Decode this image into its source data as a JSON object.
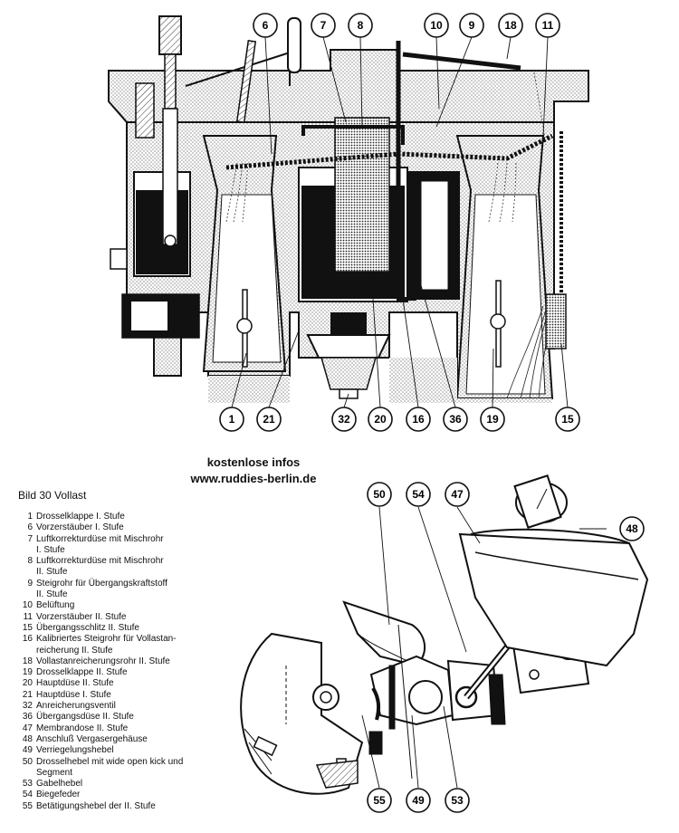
{
  "watermark": {
    "line1": "kostenlose infos",
    "line2": "www.ruddies-berlin.de"
  },
  "caption": "Bild 30 Vollast",
  "top_callouts": {
    "top": [
      "6",
      "7",
      "8",
      "10",
      "9",
      "18",
      "11"
    ],
    "bottom": [
      "1",
      "21",
      "32",
      "20",
      "16",
      "36",
      "19",
      "15"
    ]
  },
  "bottom_callouts": {
    "top": [
      "50",
      "54",
      "47",
      "48"
    ],
    "bottom": [
      "55",
      "49",
      "53"
    ]
  },
  "legend": [
    {
      "num": "1",
      "text": "Drosselklappe I. Stufe"
    },
    {
      "num": "6",
      "text": "Vorzerstäuber I. Stufe"
    },
    {
      "num": "7",
      "text": "Luftkorrekturdüse mit Mischrohr"
    },
    {
      "num": "",
      "text": "I. Stufe"
    },
    {
      "num": "8",
      "text": "Luftkorrekturdüse mit Mischrohr"
    },
    {
      "num": "",
      "text": "II. Stufe"
    },
    {
      "num": "9",
      "text": "Steigrohr für Übergangskraftstoff"
    },
    {
      "num": "",
      "text": "II. Stufe"
    },
    {
      "num": "10",
      "text": "Belüftung"
    },
    {
      "num": "11",
      "text": "Vorzerstäuber II. Stufe"
    },
    {
      "num": "15",
      "text": "Übergangsschlitz II. Stufe"
    },
    {
      "num": "16",
      "text": "Kalibriertes Steigrohr für Vollastan-"
    },
    {
      "num": "",
      "text": "reicherung II. Stufe"
    },
    {
      "num": "18",
      "text": "Vollastanreicherungsrohr II. Stufe"
    },
    {
      "num": "19",
      "text": "Drosselklappe II. Stufe"
    },
    {
      "num": "20",
      "text": "Hauptdüse II. Stufe"
    },
    {
      "num": "21",
      "text": "Hauptdüse I. Stufe"
    },
    {
      "num": "32",
      "text": "Anreicherungsventil"
    },
    {
      "num": "36",
      "text": "Übergangsdüse II. Stufe"
    },
    {
      "num": "47",
      "text": "Membrandose II. Stufe"
    },
    {
      "num": "48",
      "text": "Anschluß Vergasergehäuse"
    },
    {
      "num": "49",
      "text": "Verriegelungshebel"
    },
    {
      "num": "50",
      "text": "Drosselhebel mit wide open kick und"
    },
    {
      "num": "",
      "text": "Segment"
    },
    {
      "num": "53",
      "text": "Gabelhebel"
    },
    {
      "num": "54",
      "text": "Biegefeder"
    },
    {
      "num": "55",
      "text": "Betätigungshebel der II. Stufe"
    }
  ]
}
